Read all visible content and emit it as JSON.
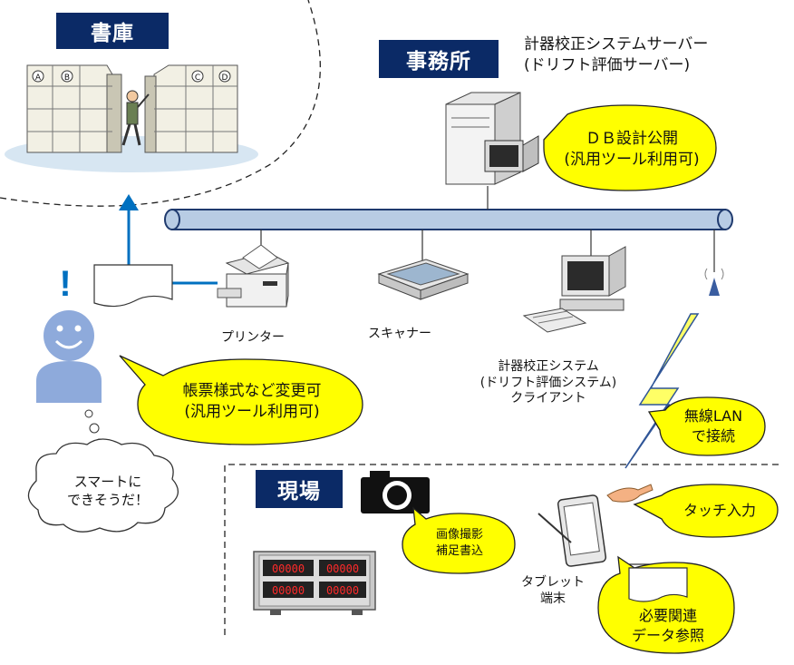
{
  "zones": {
    "archive": "書庫",
    "office": "事務所",
    "site": "現場"
  },
  "server": {
    "line1": "計器校正システムサーバー",
    "line2": "(ドリフト評価サーバー)"
  },
  "devices": {
    "printer": "プリンター",
    "scanner": "スキャナー",
    "client_line1": "計器校正システム",
    "client_line2": "(ドリフト評価システム)",
    "client_line3": "クライアント",
    "tablet_line1": "タブレット",
    "tablet_line2": "端末"
  },
  "callouts": {
    "db_line1": "ＤＢ設計公開",
    "db_line2": "(汎用ツール利用可)",
    "form_line1": "帳票様式など変更可",
    "form_line2": "(汎用ツール利用可)",
    "wlan_line1": "無線LAN",
    "wlan_line2": "で接続",
    "touch": "タッチ入力",
    "photo_line1": "画像撮影",
    "photo_line2": "補足書込",
    "ref_line1": "必要関連",
    "ref_line2": "データ参照"
  },
  "thought": {
    "line1": "スマートに",
    "line2": "できそうだ！"
  },
  "archive_shelf_labels": [
    "A",
    "B",
    "C",
    "D"
  ],
  "meter_readout": "00000",
  "colors": {
    "tag_bg": "#0b2a66",
    "callout_fill": "#ffff00",
    "pipe_fill": "#b8cce4",
    "pipe_stroke": "#1f3a6e",
    "person_fill": "#8eaadb",
    "arrow_blue": "#0070c0",
    "meter_red": "#ff2a2a"
  }
}
